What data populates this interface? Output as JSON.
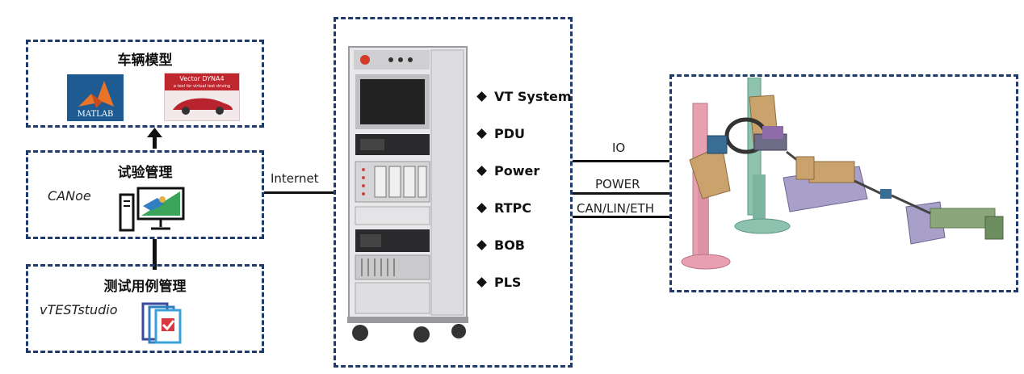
{
  "vehicle_model": {
    "title": "车辆模型",
    "matlab_logo_text": "MATLAB",
    "dyna4_logo_title": "Vector DYNA4",
    "dyna4_logo_subtitle": "a tool for virtual test driving"
  },
  "test_management": {
    "title": "试验管理",
    "tool": "CANoe"
  },
  "test_case_management": {
    "title": "测试用例管理",
    "tool": "vTESTstudio"
  },
  "links": {
    "internet": "Internet",
    "io": "IO",
    "power": "POWER",
    "bus": "CAN/LIN/ETH"
  },
  "rack_modules": [
    {
      "label": "VT System"
    },
    {
      "label": "PDU"
    },
    {
      "label": "Power"
    },
    {
      "label": "RTPC"
    },
    {
      "label": "BOB"
    },
    {
      "label": "PLS"
    }
  ],
  "colors": {
    "dash_border": "#1f3a6b",
    "matlab_blue": "#1e5b93",
    "dyna4_red": "#c0262d",
    "pink_post": "#e8a0b0",
    "teal_post": "#8cc2ae",
    "steel_blue": "#3a6d93",
    "tan": "#c9a36b",
    "lavender": "#a8a0c8",
    "olive": "#8aa67a"
  }
}
